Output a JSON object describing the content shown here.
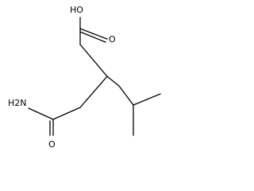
{
  "molecule": {
    "labels": {
      "hydroxyl": "HO",
      "carbonyl_o_acid": "O",
      "amine": "H2N",
      "carbonyl_o_amide": "O"
    },
    "atom_color": "#000000",
    "background": "#ffffff"
  }
}
